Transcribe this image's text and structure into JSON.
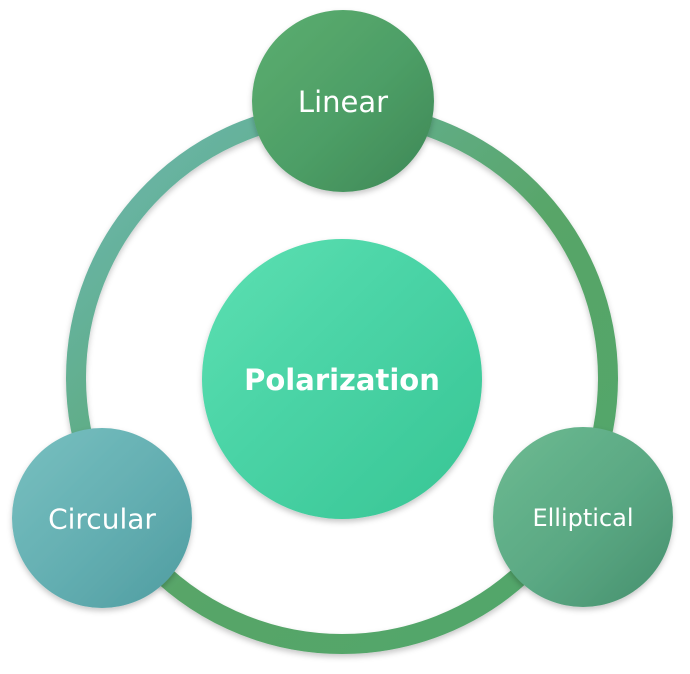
{
  "diagram": {
    "center": {
      "label": "Polarization"
    },
    "nodes": {
      "linear": {
        "label": "Linear"
      },
      "circular": {
        "label": "Circular"
      },
      "elliptical": {
        "label": "Elliptical"
      }
    },
    "colors": {
      "center_fill": "#48d2a4",
      "linear_fill": "#4d9e66",
      "circular_fill": "#63aeb1",
      "elliptical_fill": "#5aa883",
      "ring_green": "#58a567",
      "ring_teal": "#6cb8b4",
      "ring_bottom": "#4fa66c"
    }
  }
}
